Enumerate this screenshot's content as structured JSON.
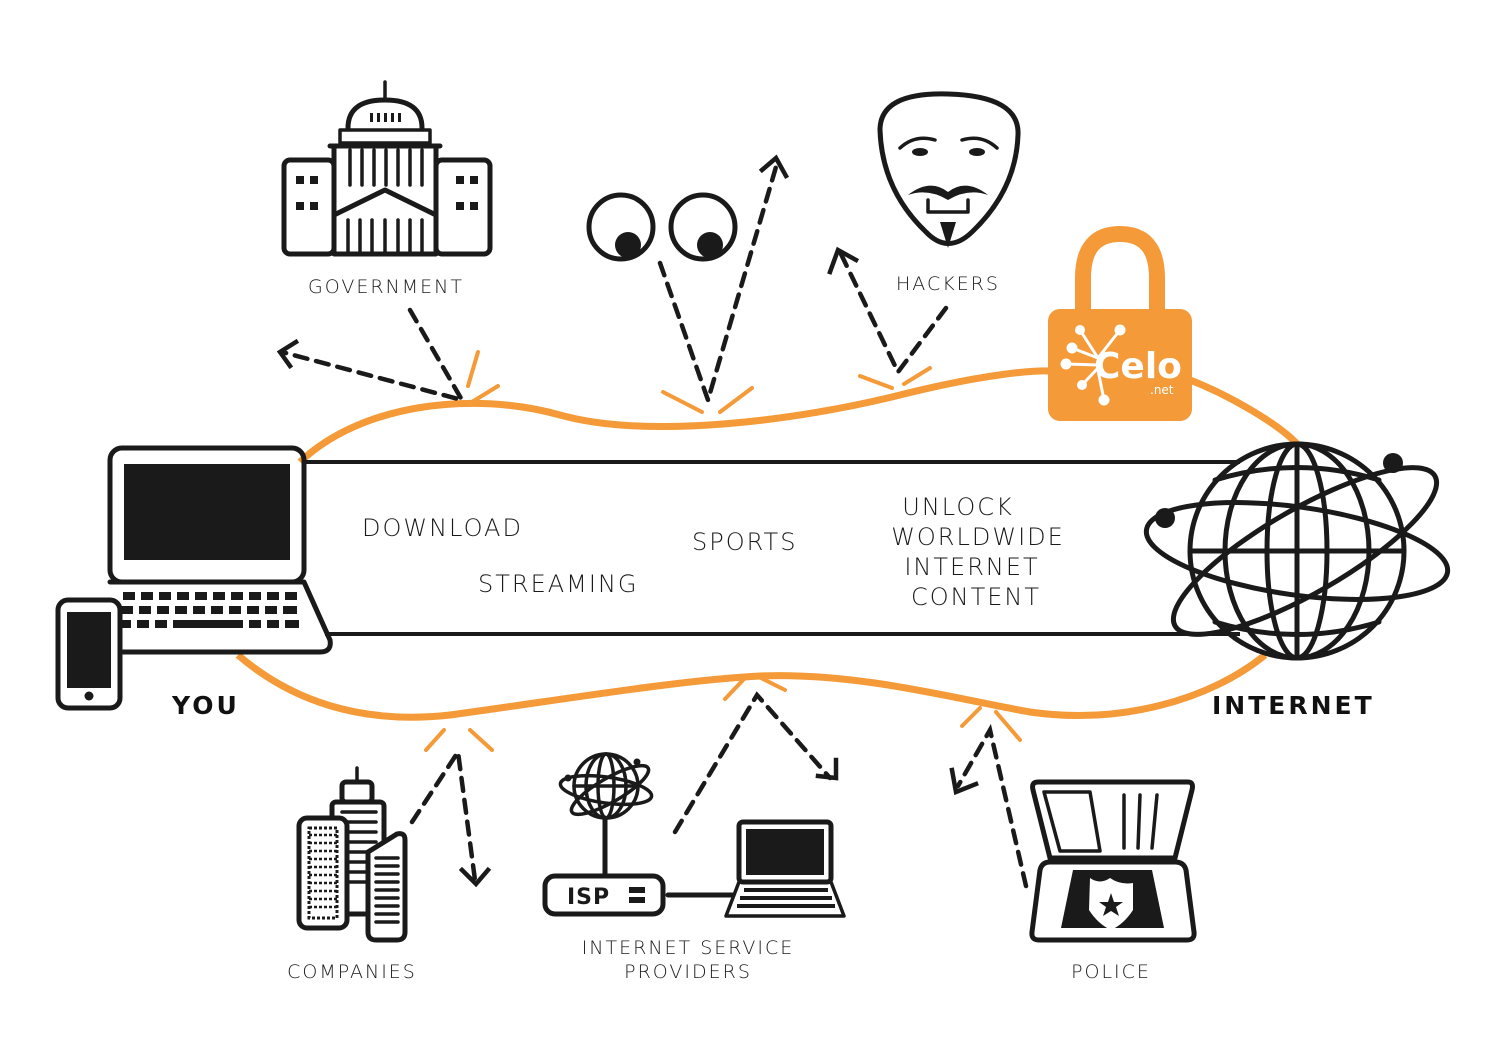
{
  "title": "VPN protection diagram",
  "colors": {
    "accent": "#f59a38",
    "ink": "#1a1a1a",
    "background": "#ffffff"
  },
  "endpoints": {
    "you": {
      "label": "YOU",
      "icons": [
        "laptop-icon",
        "smartphone-icon"
      ]
    },
    "internet": {
      "label": "INTERNET",
      "icon": "globe-icon"
    }
  },
  "tunnel": {
    "contents": [
      "DOWNLOAD",
      "STREAMING",
      "SPORTS"
    ],
    "unlock_lines": [
      "UNLOCK",
      "WORLDWIDE",
      "INTERNET",
      "CONTENT"
    ]
  },
  "brand": {
    "icon": "padlock-icon",
    "name": "Celo",
    "suffix": ".net"
  },
  "threats": [
    {
      "id": "government",
      "label": "GOVERNMENT",
      "icon": "capitol-building-icon"
    },
    {
      "id": "spies",
      "label": "",
      "icon": "eyes-icon"
    },
    {
      "id": "hackers",
      "label": "HACKERS",
      "icon": "mask-icon"
    },
    {
      "id": "companies",
      "label": "COMPANIES",
      "icon": "buildings-icon"
    },
    {
      "id": "isp",
      "label_lines": [
        "INTERNET SERVICE",
        "PROVIDERS"
      ],
      "badge": "ISP",
      "icon": "isp-router-icon"
    },
    {
      "id": "police",
      "label": "POLICE",
      "icon": "police-laptop-icon"
    }
  ]
}
